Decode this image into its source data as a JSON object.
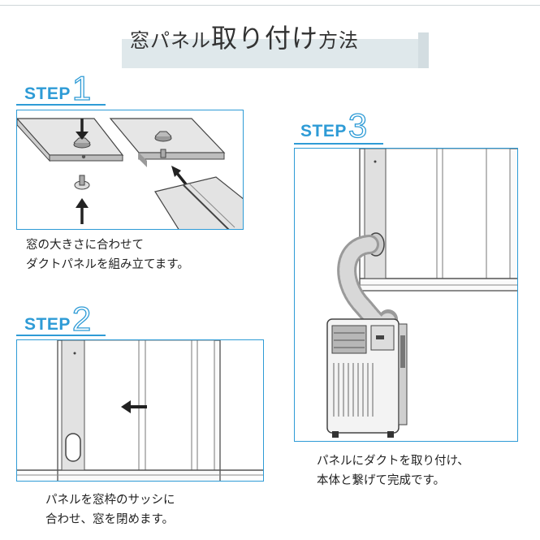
{
  "title": {
    "main": "窓パネル",
    "emph": "取り付け",
    "tail": "方法"
  },
  "steps": [
    {
      "word": "STEP",
      "number": "1",
      "caption_line1": "窓の大きさに合わせて",
      "caption_line2": "ダクトパネルを組み立てます。"
    },
    {
      "word": "STEP",
      "number": "2",
      "caption_line1": "パネルを窓枠のサッシに",
      "caption_line2": "合わせ、窓を閉めます。"
    },
    {
      "word": "STEP",
      "number": "3",
      "caption_line1": "パネルにダクトを取り付け、",
      "caption_line2": "本体と繋げて完成です。"
    }
  ],
  "colors": {
    "accent": "#2e9bd6",
    "title_bg": "#dfe8eb",
    "text": "#222222"
  },
  "icons": [
    "wing-nut-icon",
    "bolt-icon",
    "arrow-icon",
    "window-frame-icon",
    "duct-hose-icon",
    "air-conditioner-icon"
  ]
}
